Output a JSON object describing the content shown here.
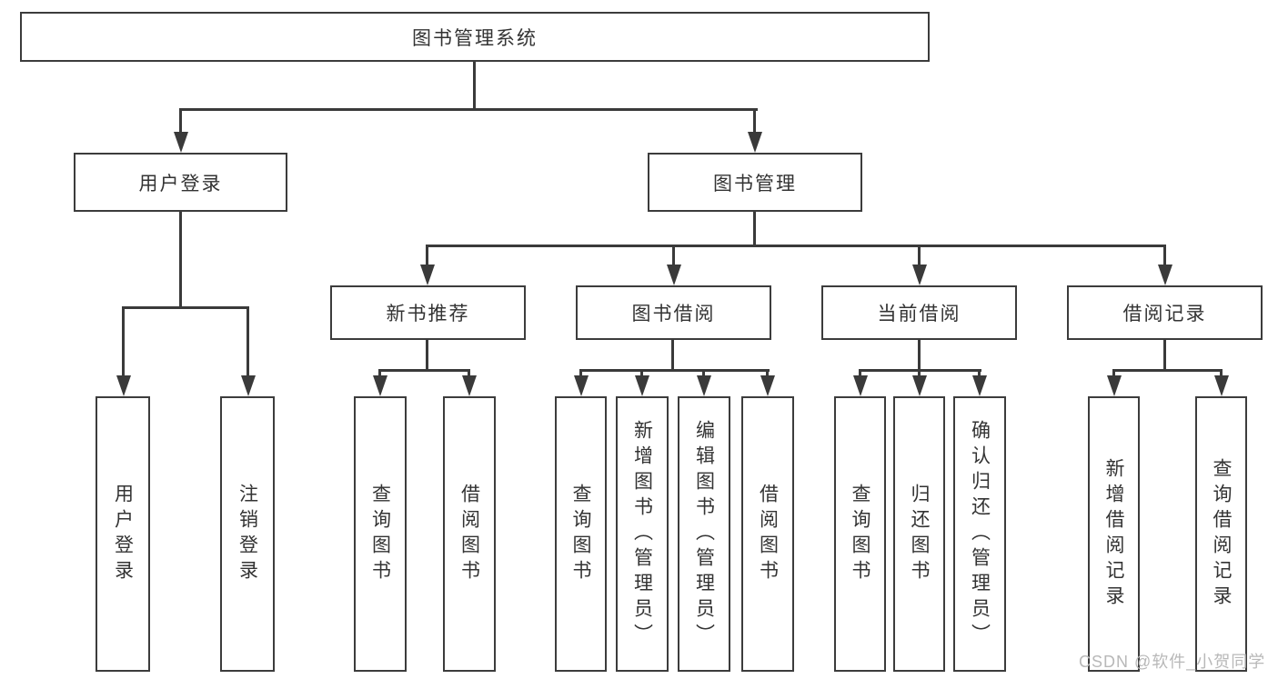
{
  "diagram": {
    "root": "图书管理系统",
    "user_login": {
      "label": "用户登录",
      "children": [
        "用户登录",
        "注销登录"
      ]
    },
    "book_mgmt": {
      "label": "图书管理",
      "new_books": {
        "label": "新书推荐",
        "children": [
          "查询图书",
          "借阅图书"
        ]
      },
      "book_borrow": {
        "label": "图书借阅",
        "children": [
          "查询图书",
          "新增图书（管理员）",
          "编辑图书（管理员）",
          "借阅图书"
        ]
      },
      "current_borrow": {
        "label": "当前借阅",
        "children": [
          "查询图书",
          "归还图书",
          "确认归还（管理员）"
        ]
      },
      "borrow_records": {
        "label": "借阅记录",
        "children": [
          "新增借阅记录",
          "查询借阅记录"
        ]
      }
    }
  },
  "watermark": "CSDN @软件_小贺同学",
  "colors": {
    "line": "#3a3a3a",
    "box_border": "#3c3c3c",
    "text": "#333333",
    "watermark_text": "#b8b8b8",
    "background": "#ffffff"
  }
}
